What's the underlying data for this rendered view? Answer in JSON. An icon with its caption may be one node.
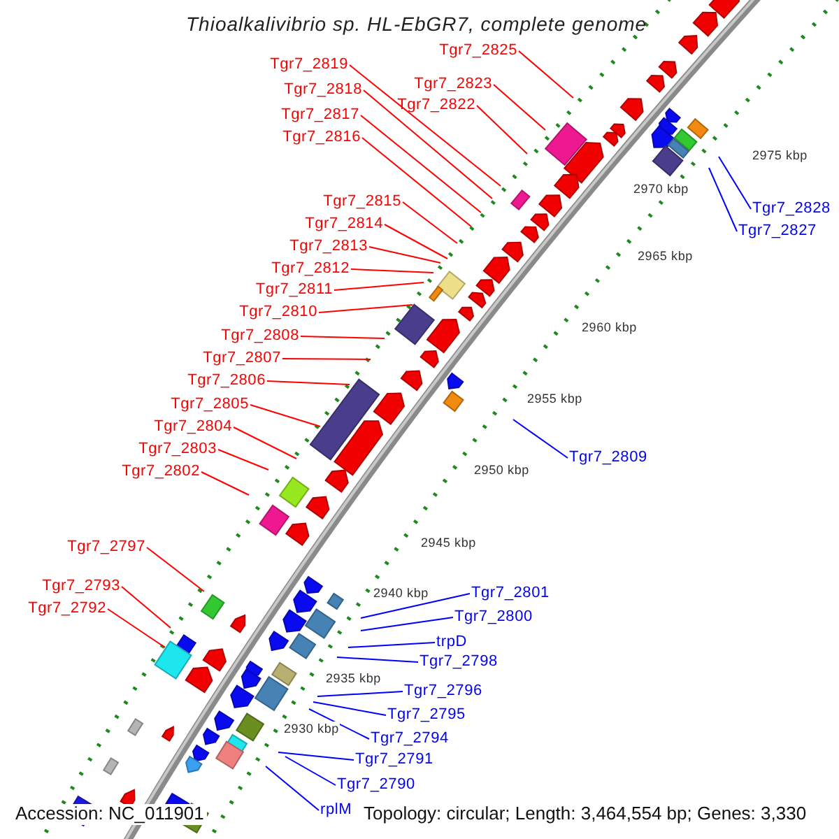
{
  "diagram": {
    "title": "Thioalkalivibrio sp. HL-EbGR7, complete genome",
    "nodes": [
      {
        "text": [
          "Tgr7_2825"
        ]
      },
      {
        "text": [
          "Tgr7_2819"
        ]
      },
      {
        "text": [
          "Tgr7_2823"
        ]
      },
      {
        "text": [
          "Tgr7_2818"
        ]
      },
      {
        "text": [
          "Tgr7_2822"
        ]
      },
      {
        "text": [
          "Tgr7_2817"
        ]
      },
      {
        "text": [
          "Tgr7_2816"
        ]
      },
      {
        "text": [
          "Tgr7_2815"
        ]
      },
      {
        "text": [
          "Tgr7_2814"
        ]
      },
      {
        "text": [
          "Tgr7_2813"
        ]
      },
      {
        "text": [
          "Tgr7_2812"
        ]
      },
      {
        "text": [
          "Tgr7_2811"
        ]
      },
      {
        "text": [
          "Tgr7_2810"
        ]
      },
      {
        "text": [
          "Tgr7_2808"
        ]
      },
      {
        "text": [
          "Tgr7_2807"
        ]
      },
      {
        "text": [
          "Tgr7_2806"
        ]
      },
      {
        "text": [
          "Tgr7_2805"
        ]
      },
      {
        "text": [
          "Tgr7_2804"
        ]
      },
      {
        "text": [
          "Tgr7_2803"
        ]
      },
      {
        "text": [
          "Tgr7_2802"
        ]
      },
      {
        "text": [
          "Tgr7_2828"
        ]
      },
      {
        "text": [
          "Tgr7_2827"
        ]
      },
      {
        "text": [
          "Tgr7_2809"
        ]
      },
      {
        "text": [
          "Tgr7_2797"
        ]
      },
      {
        "text": [
          "Tgr7_2801"
        ]
      },
      {
        "text": [
          "Tgr7_2793"
        ]
      },
      {
        "text": [
          "Tgr7_2800"
        ]
      },
      {
        "text": [
          "Tgr7_2792"
        ]
      },
      {
        "text": [
          "trpD"
        ]
      },
      {
        "text": [
          "Tgr7_2798"
        ]
      },
      {
        "text": [
          "Tgr7_2796"
        ]
      },
      {
        "text": [
          "Tgr7_2795"
        ]
      },
      {
        "text": [
          "Tgr7_2794"
        ]
      },
      {
        "text": [
          "Tgr7_2791"
        ]
      },
      {
        "text": [
          "Tgr7_2790"
        ]
      },
      {
        "text": [
          "rplM"
        ]
      }
    ],
    "edges": [
      {
        "from": 0,
        "to": null,
        "arrow": "none"
      },
      {
        "from": 1,
        "to": null,
        "arrow": "none"
      },
      {
        "from": 2,
        "to": null,
        "arrow": "none"
      },
      {
        "from": 3,
        "to": null,
        "arrow": "none"
      },
      {
        "from": 4,
        "to": null,
        "arrow": "none"
      },
      {
        "from": 5,
        "to": null,
        "arrow": "none"
      },
      {
        "from": 6,
        "to": null,
        "arrow": "none"
      },
      {
        "from": 7,
        "to": null,
        "arrow": "none"
      },
      {
        "from": 8,
        "to": null,
        "arrow": "none"
      },
      {
        "from": 9,
        "to": null,
        "arrow": "none"
      },
      {
        "from": 10,
        "to": null,
        "arrow": "none"
      },
      {
        "from": 11,
        "to": null,
        "arrow": "none"
      },
      {
        "from": 12,
        "to": null,
        "arrow": "none"
      },
      {
        "from": 13,
        "to": null,
        "arrow": "none"
      },
      {
        "from": 14,
        "to": null,
        "arrow": "none"
      },
      {
        "from": 15,
        "to": null,
        "arrow": "none"
      },
      {
        "from": 16,
        "to": null,
        "arrow": "none"
      },
      {
        "from": 17,
        "to": null,
        "arrow": "none"
      },
      {
        "from": 18,
        "to": null,
        "arrow": "none"
      },
      {
        "from": 19,
        "to": null,
        "arrow": "none"
      },
      {
        "from": 20,
        "to": null,
        "arrow": "none",
        "color": "#0000ff"
      },
      {
        "from": 21,
        "to": null,
        "arrow": "none",
        "color": "#0000ff"
      },
      {
        "from": 22,
        "to": null,
        "arrow": "none",
        "color": "#0000ff"
      },
      {
        "from": 23,
        "to": null,
        "arrow": "none"
      },
      {
        "from": 24,
        "to": null,
        "arrow": "none",
        "color": "#0000ff"
      },
      {
        "from": 25,
        "to": null,
        "arrow": "none"
      },
      {
        "from": 26,
        "to": null,
        "arrow": "none",
        "color": "#0000ff"
      },
      {
        "from": 27,
        "to": null,
        "arrow": "none"
      },
      {
        "from": 28,
        "to": null,
        "arrow": "none",
        "color": "#0000ff"
      },
      {
        "from": 29,
        "to": null,
        "arrow": "none",
        "color": "#0000ff"
      },
      {
        "from": 30,
        "to": null,
        "arrow": "none",
        "color": "#0000ff"
      },
      {
        "from": 31,
        "to": null,
        "arrow": "none",
        "color": "#0000ff"
      },
      {
        "from": 32,
        "to": null,
        "arrow": "none",
        "color": "#0000ff"
      },
      {
        "from": 33,
        "to": null,
        "arrow": "none",
        "color": "#0000ff"
      },
      {
        "from": 34,
        "to": null,
        "arrow": "none",
        "color": "#0000ff"
      },
      {
        "from": 35,
        "to": null,
        "arrow": "none",
        "color": "#0000ff"
      }
    ],
    "labels": [
      "2975 kbp",
      "2970 kbp",
      "2965 kbp",
      "2960 kbp",
      "2955 kbp",
      "2950 kbp",
      "2945 kbp",
      "2940 kbp",
      "2935 kbp",
      "2930 kbp",
      "Accession: NC_011901",
      "Topology: circular; Length: 3,464,554 bp; Genes: 3,330"
    ]
  }
}
